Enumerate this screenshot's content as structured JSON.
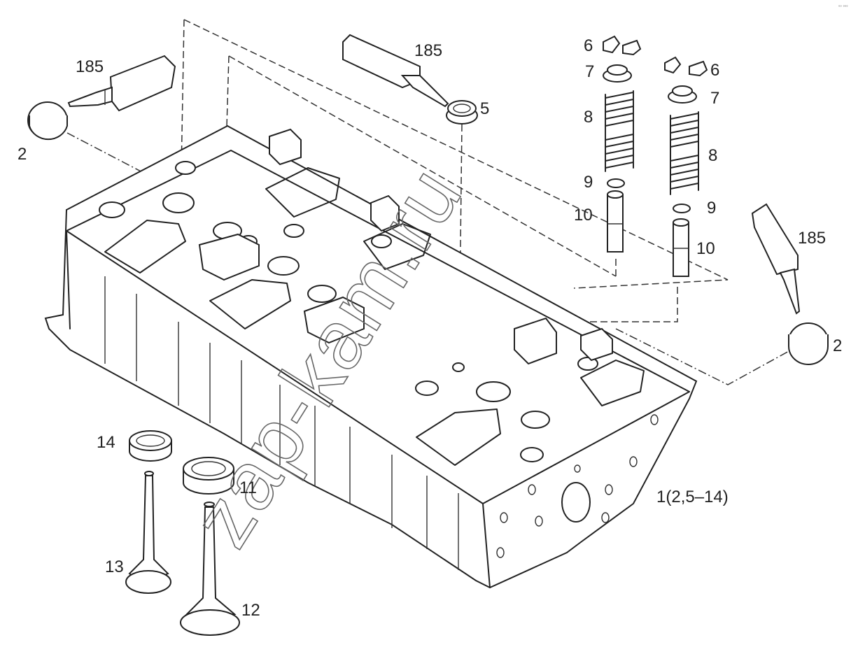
{
  "diagram": {
    "assembly_label": "1(2,5–14)",
    "watermark": "zap-kam.ru",
    "corner_mark": "°° °°°",
    "callouts": {
      "sealant_left": "185",
      "sealant_top": "185",
      "sealant_right": "185",
      "plug_left": "2",
      "plug_right": "2",
      "seal_ring": "5",
      "keepers_left": "6",
      "keepers_right": "6",
      "spring_cap_left": "7",
      "spring_cap_right": "7",
      "spring_left": "8",
      "spring_right": "8",
      "oring_left": "9",
      "oring_right": "9",
      "guide_left": "10",
      "guide_right": "10",
      "valve_seat_exhaust": "11",
      "valve_intake": "12",
      "valve_exhaust": "13",
      "valve_seat_intake": "14"
    }
  }
}
